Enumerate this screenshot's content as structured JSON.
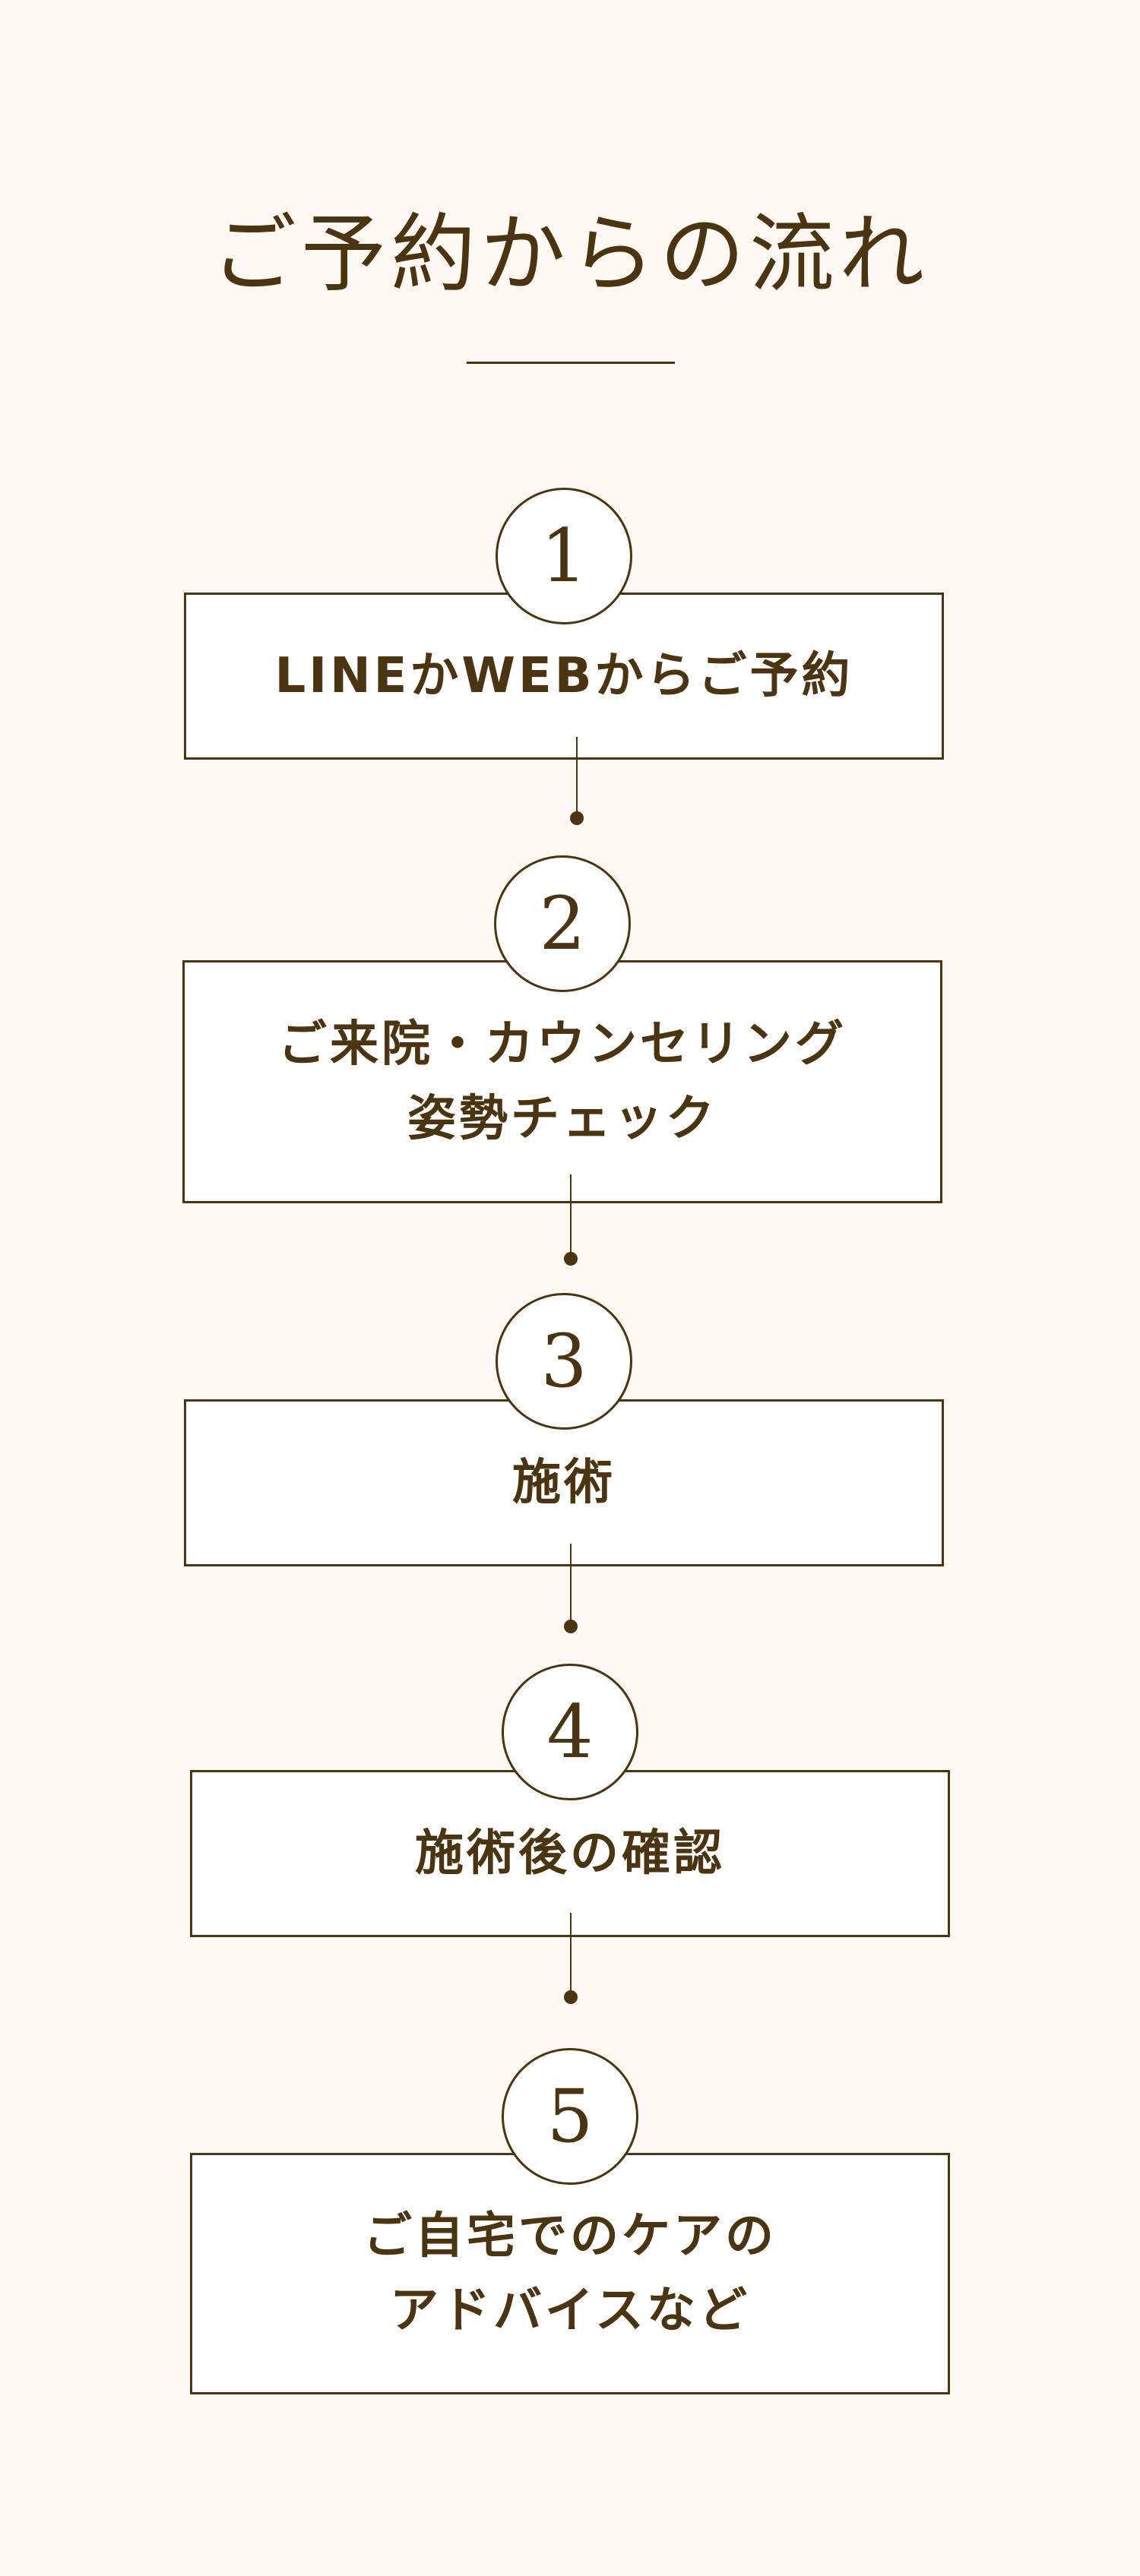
{
  "title": "ご予約からの流れ",
  "steps": [
    {
      "number": "1",
      "lines": [
        "LINEかWEBからご予約"
      ]
    },
    {
      "number": "2",
      "lines": [
        "ご来院・カウンセリング",
        "姿勢チェック"
      ]
    },
    {
      "number": "3",
      "lines": [
        "施術"
      ]
    },
    {
      "number": "4",
      "lines": [
        "施術後の確認"
      ]
    },
    {
      "number": "5",
      "lines": [
        "ご自宅でのケアの",
        "アドバイスなど"
      ]
    }
  ],
  "colors": {
    "background": "#fef9f3",
    "ink": "#4a3411",
    "box": "#ffffff"
  }
}
